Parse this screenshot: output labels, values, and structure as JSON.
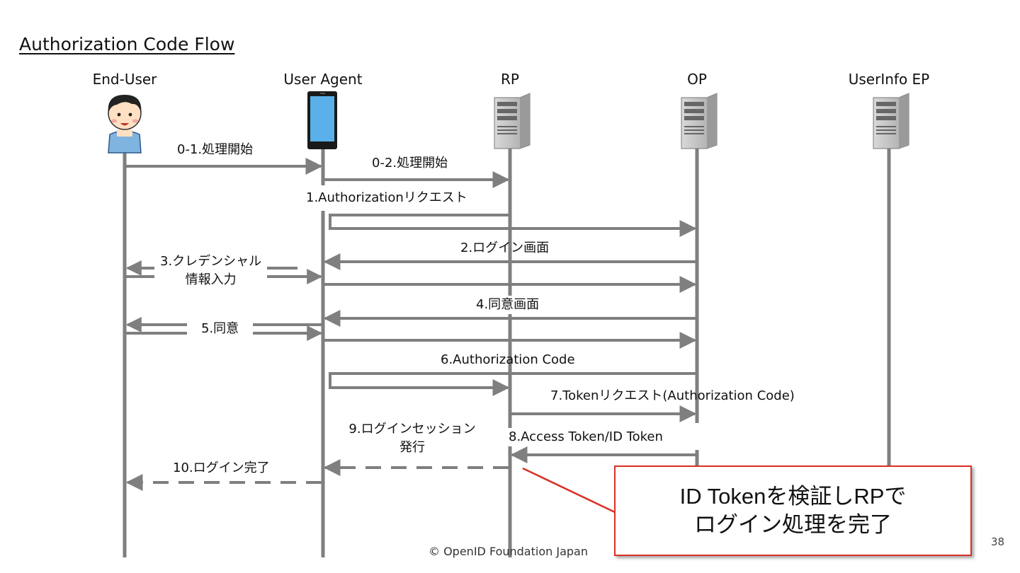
{
  "title": "Authorization Code Flow",
  "actors": [
    {
      "label": "End-User",
      "icon": "person-icon"
    },
    {
      "label": "User Agent",
      "icon": "smartphone-icon"
    },
    {
      "label": "RP",
      "icon": "server-icon"
    },
    {
      "label": "OP",
      "icon": "server-icon"
    },
    {
      "label": "UserInfo EP",
      "icon": "server-icon"
    }
  ],
  "messages": {
    "m01": "0-1.処理開始",
    "m02": "0-2.処理開始",
    "m1": "1.Authorizationリクエスト",
    "m2": "2.ログイン画面",
    "m3_line1": "3.クレデンシャル",
    "m3_line2": "情報入力",
    "m4": "4.同意画面",
    "m5": "5.同意",
    "m6": "6.Authorization Code",
    "m7": "7.Tokenリクエスト(Authorization Code)",
    "m8": "8.Access Token/ID Token",
    "m9_line1": "9.ログインセッション",
    "m9_line2": "発行",
    "m10": "10.ログイン完了"
  },
  "callout": {
    "line1": "ID Tokenを検証しRPで",
    "line2": "ログイン処理を完了"
  },
  "footer": "© OpenID Foundation Japan",
  "page_number": "38",
  "colors": {
    "lifeline": "#7f7f7f",
    "arrow": "#7f7f7f",
    "callout_border": "#d93025"
  }
}
